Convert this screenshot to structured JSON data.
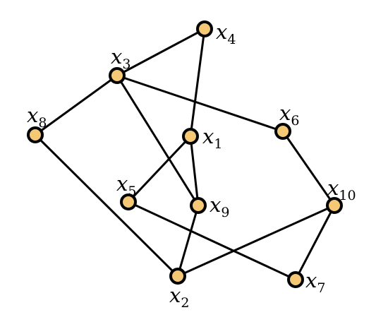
{
  "graph": {
    "node_fill": "#F5C875",
    "node_stroke": "#000000",
    "edge_color": "#000000",
    "nodes": [
      {
        "id": "x1",
        "var": "x",
        "sub": "1"
      },
      {
        "id": "x2",
        "var": "x",
        "sub": "2"
      },
      {
        "id": "x3",
        "var": "x",
        "sub": "3"
      },
      {
        "id": "x4",
        "var": "x",
        "sub": "4"
      },
      {
        "id": "x5",
        "var": "x",
        "sub": "5"
      },
      {
        "id": "x6",
        "var": "x",
        "sub": "6"
      },
      {
        "id": "x7",
        "var": "x",
        "sub": "7"
      },
      {
        "id": "x8",
        "var": "x",
        "sub": "8"
      },
      {
        "id": "x9",
        "var": "x",
        "sub": "9"
      },
      {
        "id": "x10",
        "var": "x",
        "sub": "10"
      }
    ],
    "edges": [
      [
        "x3",
        "x4"
      ],
      [
        "x4",
        "x1"
      ],
      [
        "x3",
        "x8"
      ],
      [
        "x3",
        "x6"
      ],
      [
        "x3",
        "x9"
      ],
      [
        "x1",
        "x5"
      ],
      [
        "x1",
        "x9"
      ],
      [
        "x8",
        "x2"
      ],
      [
        "x9",
        "x2"
      ],
      [
        "x2",
        "x10"
      ],
      [
        "x6",
        "x10"
      ],
      [
        "x5",
        "x7"
      ],
      [
        "x10",
        "x7"
      ]
    ]
  }
}
